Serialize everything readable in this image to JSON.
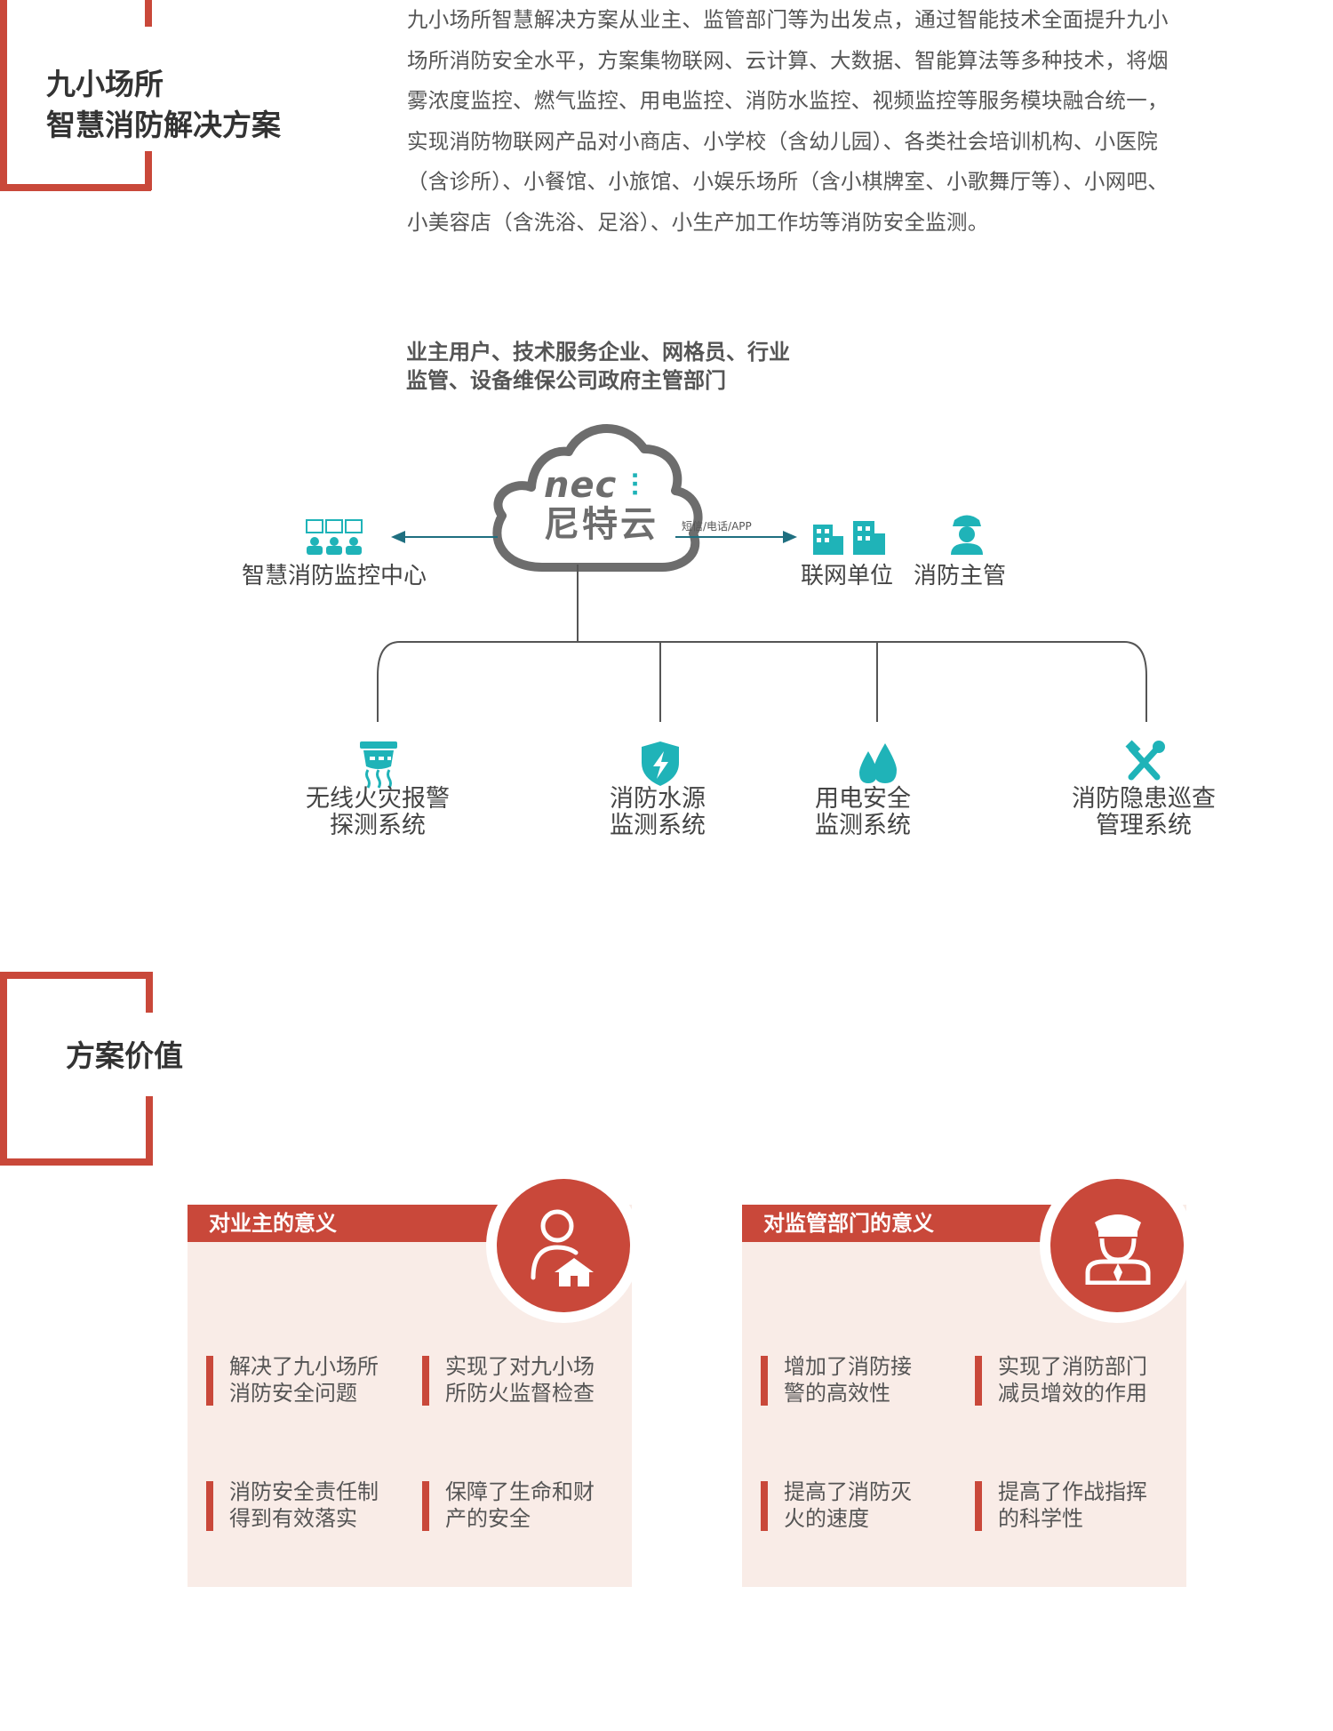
{
  "section1": {
    "title_line1": "九小场所",
    "title_line2": "智慧消防解决方案",
    "intro_lines": [
      "九小场所智慧解决方案从业主、监管部门等为出发点，通过智能技术全面提升九小",
      "场所消防安全水平，方案集物联网、云计算、大数据、智能算法等多种技术，将烟",
      "雾浓度监控、燃气监控、用电监控、消防水监控、视频监控等服务模块融合统一，",
      "实现消防物联网产品对小商店、小学校（含幼儿园）、各类社会培训机构、小医院",
      "（含诊所）、小餐馆、小旅馆、小娱乐场所（含小棋牌室、小歌舞厅等）、小网吧、",
      "小美容店（含洗浴、足浴）、小生产加工作坊等消防安全监测。"
    ]
  },
  "diagram": {
    "users_line1": "业主用户、技术服务企业、网格员、行业",
    "users_line2": "监管、设备维保公司政府主管部门",
    "logo_latin": "nec",
    "logo_cn": "尼特云",
    "channel": "短信/电话/APP",
    "left_node": "智慧消防监控中心",
    "right_node_1": "联网单位",
    "right_node_2": "消防主管",
    "subsystems": [
      {
        "line1": "无线火灾报警",
        "line2": "探测系统"
      },
      {
        "line1": "消防水源",
        "line2": "监测系统"
      },
      {
        "line1": "用电安全",
        "line2": "监测系统"
      },
      {
        "line1": "消防隐患巡查",
        "line2": "管理系统"
      }
    ]
  },
  "section2": {
    "title": "方案价值",
    "owner_card": {
      "title": "对业主的意义",
      "items": [
        {
          "line1": "解决了九小场所",
          "line2": "消防安全问题"
        },
        {
          "line1": "实现了对九小场",
          "line2": "所防火监督检查"
        },
        {
          "line1": "消防安全责任制",
          "line2": "得到有效落实"
        },
        {
          "line1": "保障了生命和财",
          "line2": "产的安全"
        }
      ]
    },
    "regulator_card": {
      "title": "对监管部门的意义",
      "items": [
        {
          "line1": "增加了消防接",
          "line2": "警的高效性"
        },
        {
          "line1": "实现了消防部门",
          "line2": "减员增效的作用"
        },
        {
          "line1": "提高了消防灭",
          "line2": "火的速度"
        },
        {
          "line1": "提高了作战指挥",
          "line2": "的科学性"
        }
      ]
    }
  },
  "colors": {
    "accent": "#c9483a",
    "teal": "#1fb3b8",
    "cloud_gray": "#6d6d6d",
    "card_bg": "#f9ece7"
  }
}
